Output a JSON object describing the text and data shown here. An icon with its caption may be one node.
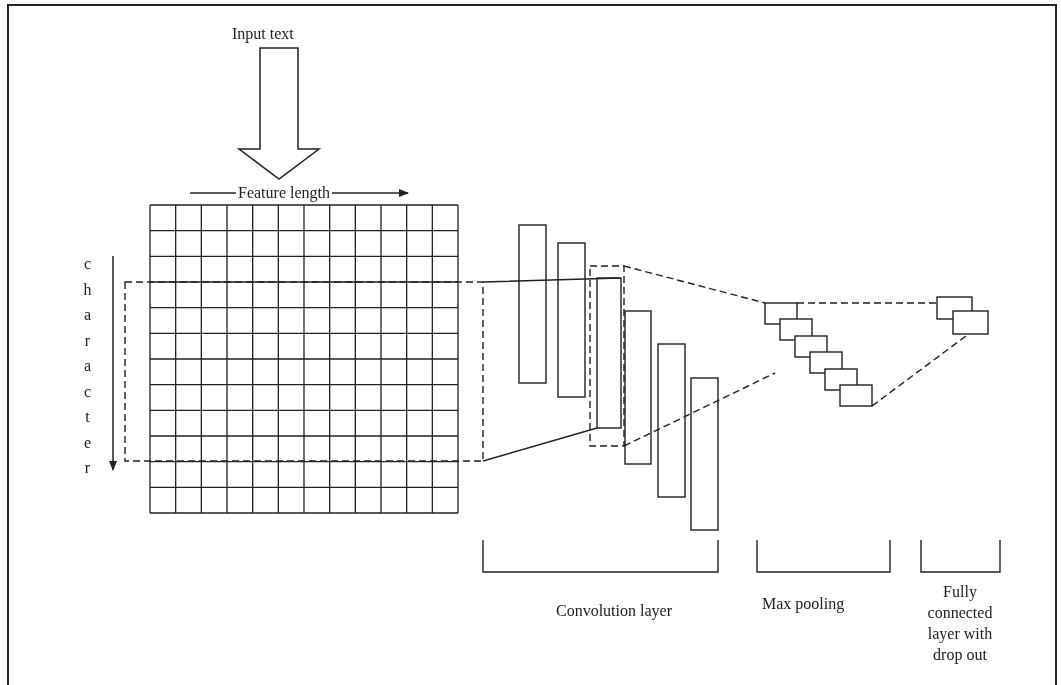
{
  "diagram": {
    "nodes": [
      {
        "text": [
          "Input text"
        ]
      },
      {
        "text": [],
        "shape": "box",
        "beside": [
          "Feature length"
        ]
      }
    ],
    "edges": [
      {
        "from": 0,
        "to": 1,
        "arrow": "to",
        "style": "thick"
      }
    ],
    "labels": [
      "character",
      "Convolution layer",
      "Max pooling",
      "Fully connected layer with drop out"
    ]
  }
}
